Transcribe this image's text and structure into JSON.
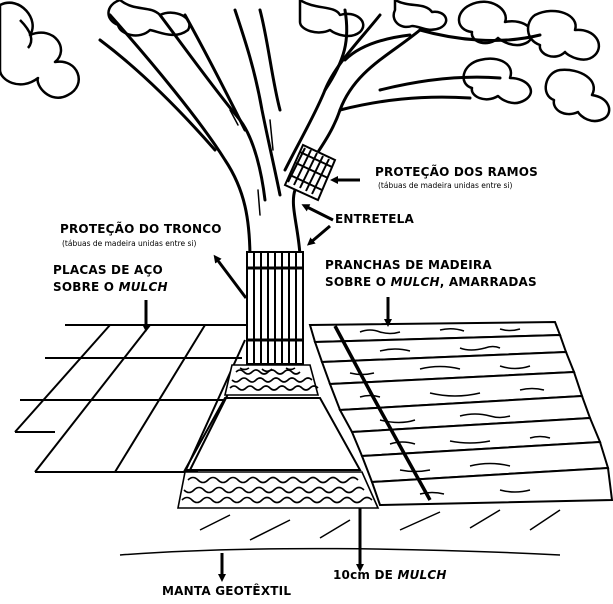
{
  "labels": {
    "ramos": "PROTEÇÃO DOS RAMOS",
    "ramos_sub": "(tábuas de madeira unidas entre si)",
    "tronco": "PROTEÇÃO DO TRONCO",
    "tronco_sub": "(tábuas de madeira unidas entre si)",
    "entretela": "ENTRETELA",
    "placas_line1": "PLACAS DE AÇO",
    "placas_line2_a": "SOBRE O ",
    "placas_line2_b": "MULCH",
    "pranchas_line1": "PRANCHAS DE MADEIRA",
    "pranchas_line2_a": "SOBRE O ",
    "pranchas_line2_b": "MULCH",
    "pranchas_line2_c": ", AMARRADAS",
    "mulch_a": "10cm DE ",
    "mulch_b": "MULCH",
    "manta": "MANTA GEOTÊXTIL"
  }
}
